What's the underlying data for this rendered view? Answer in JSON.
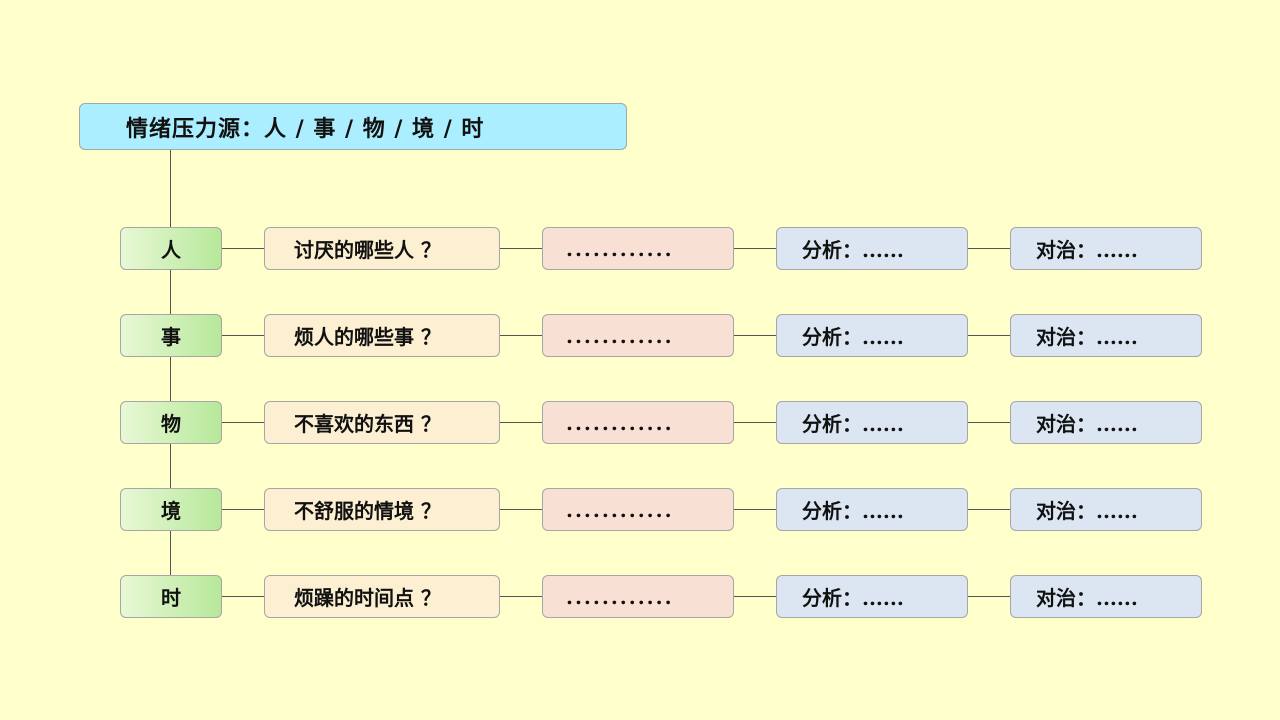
{
  "title": "情绪压力源：人 / 事 / 物 / 境 / 时",
  "rows": [
    {
      "category": "人",
      "question": "讨厌的哪些人 ？",
      "blank": "............",
      "analysis": "分析：......",
      "countermeasure": "对治：......"
    },
    {
      "category": "事",
      "question": "烦人的哪些事 ？",
      "blank": "............",
      "analysis": "分析：......",
      "countermeasure": "对治：......"
    },
    {
      "category": "物",
      "question": "不喜欢的东西 ？",
      "blank": "............",
      "analysis": "分析：......",
      "countermeasure": "对治：......"
    },
    {
      "category": "境",
      "question": "不舒服的情境 ？",
      "blank": "............",
      "analysis": "分析：......",
      "countermeasure": "对治：......"
    },
    {
      "category": "时",
      "question": "烦躁的时间点 ？",
      "blank": "............",
      "analysis": "分析：......",
      "countermeasure": "对治：......"
    }
  ]
}
